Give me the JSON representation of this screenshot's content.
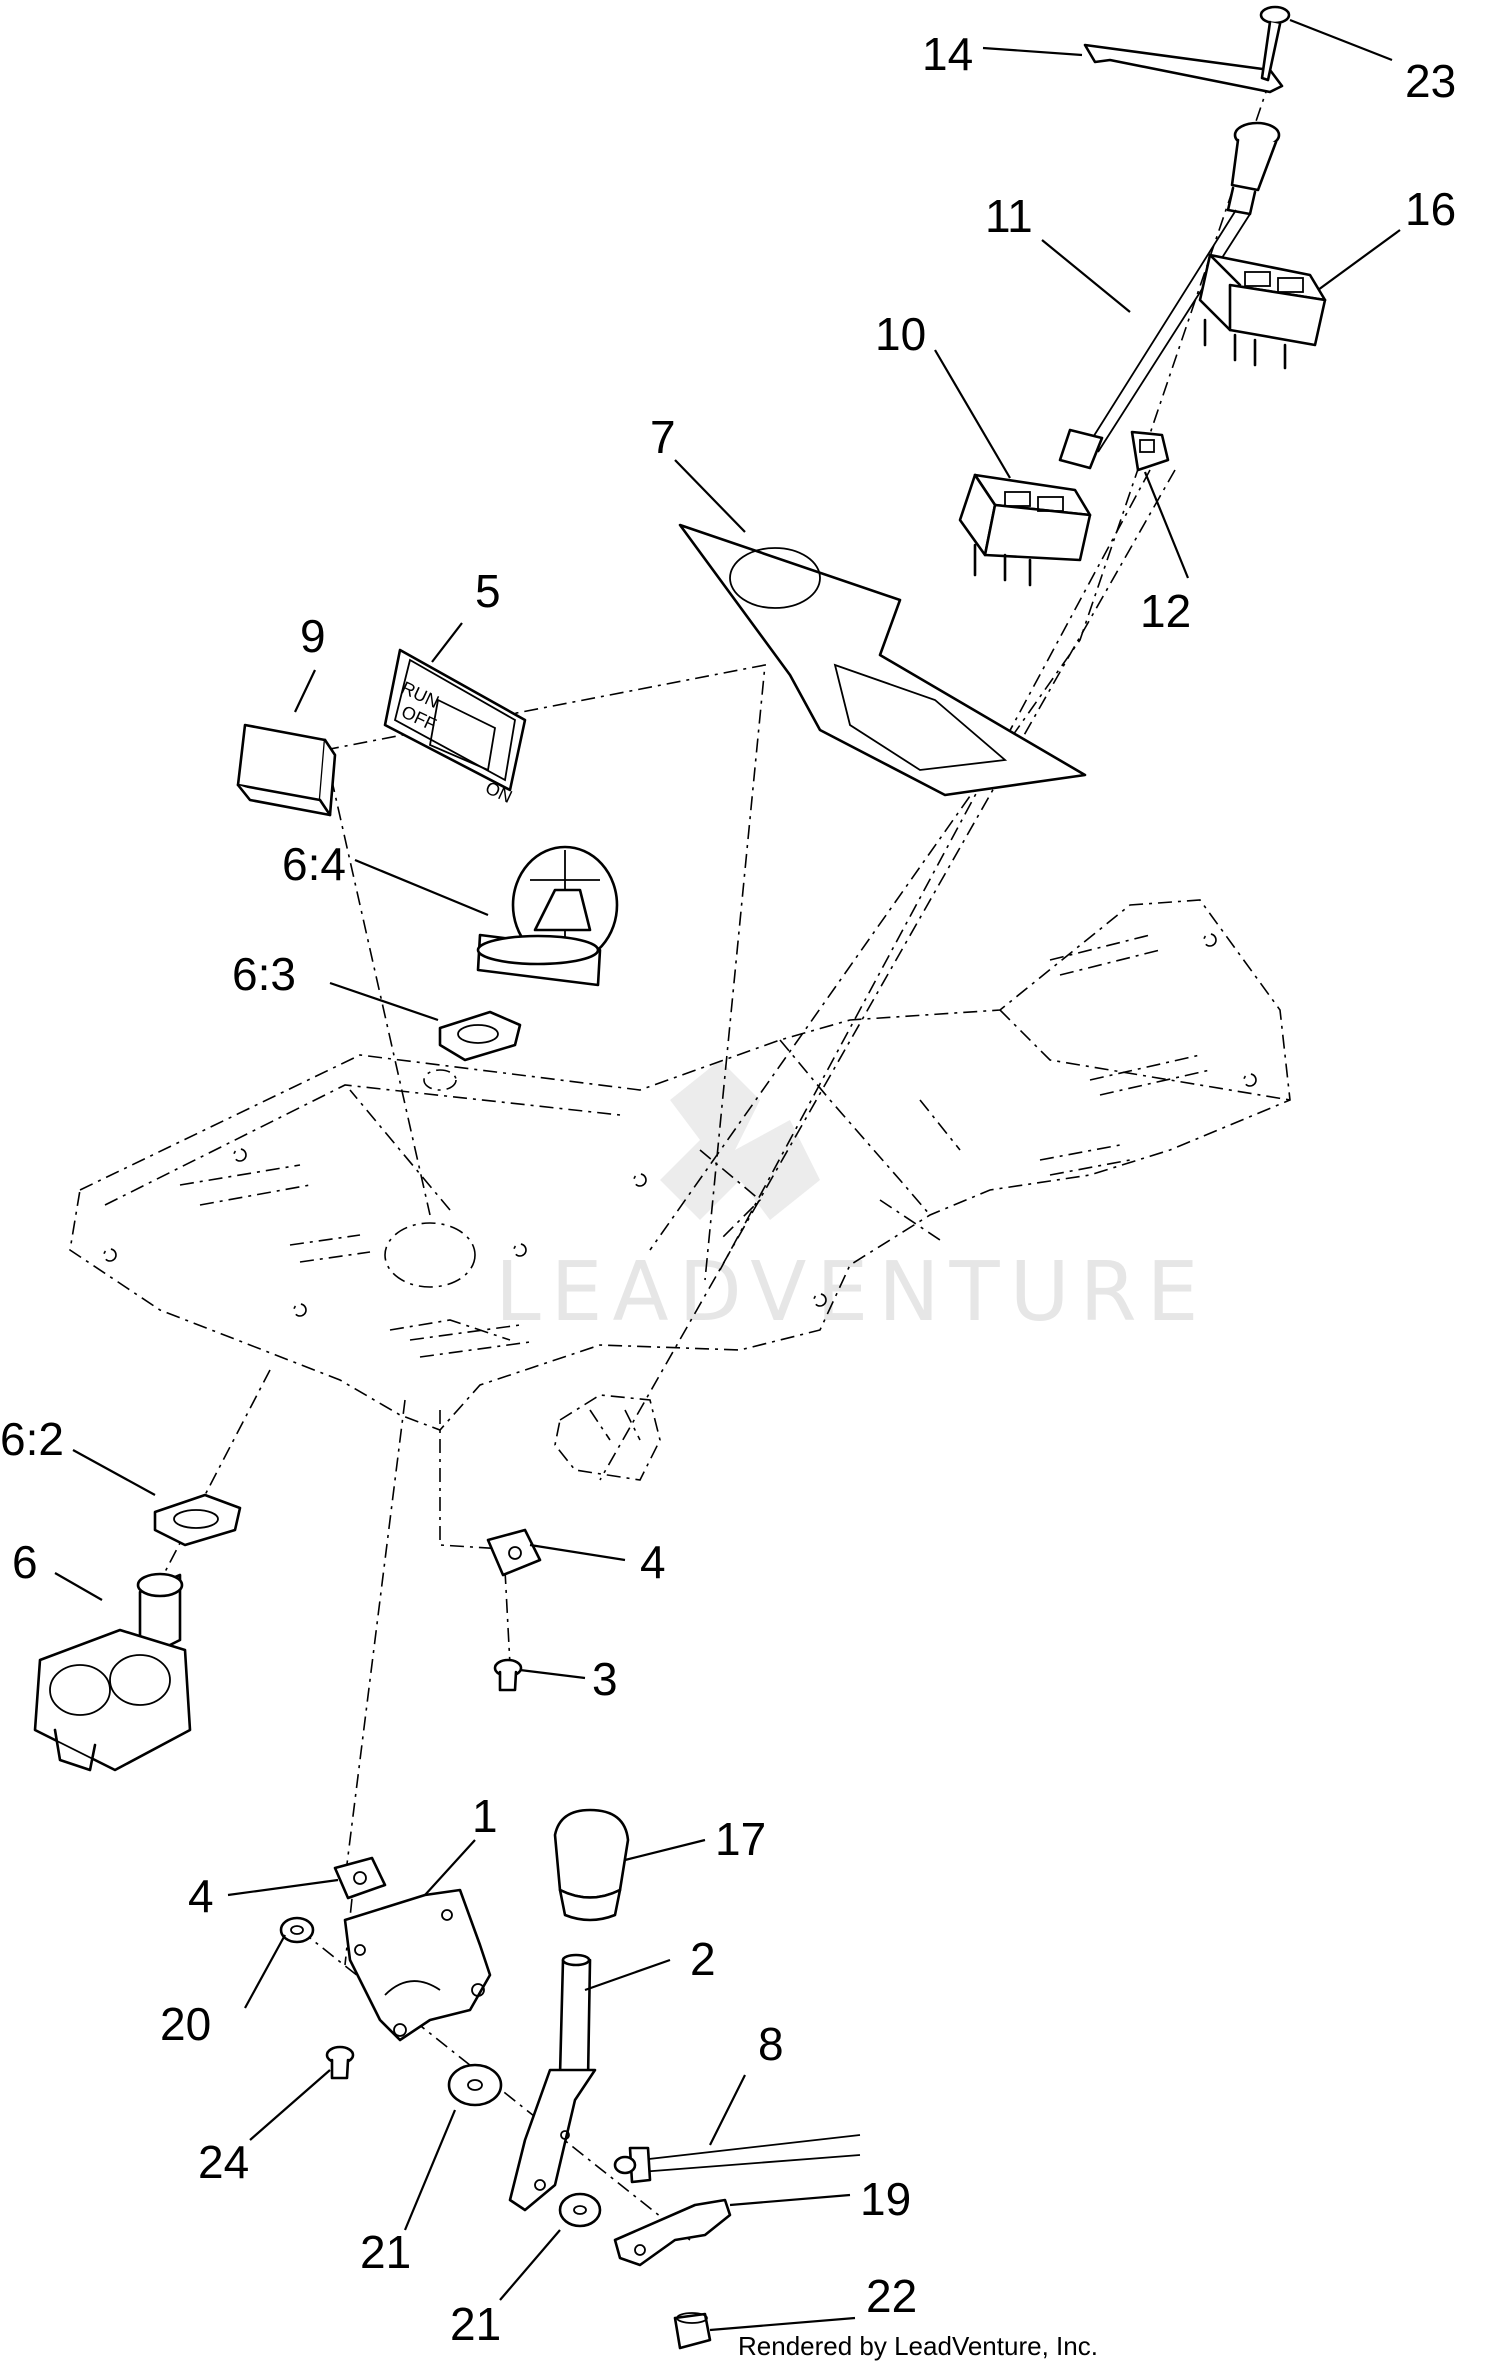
{
  "callouts": {
    "c14": "14",
    "c23": "23",
    "c11": "11",
    "c16": "16",
    "c10": "10",
    "c7": "7",
    "c12": "12",
    "c9": "9",
    "c5": "5",
    "c6_4": "6:4",
    "c6_3": "6:3",
    "c6_2": "6:2",
    "c6": "6",
    "c4_upper": "4",
    "c3": "3",
    "c1": "1",
    "c17": "17",
    "c4_lower": "4",
    "c2": "2",
    "c20": "20",
    "c8": "8",
    "c24": "24",
    "c21_upper": "21",
    "c19": "19",
    "c21_lower": "21",
    "c22": "22"
  },
  "watermark": "LEADVENTURE",
  "credit": "Rendered by LeadVenture, Inc."
}
